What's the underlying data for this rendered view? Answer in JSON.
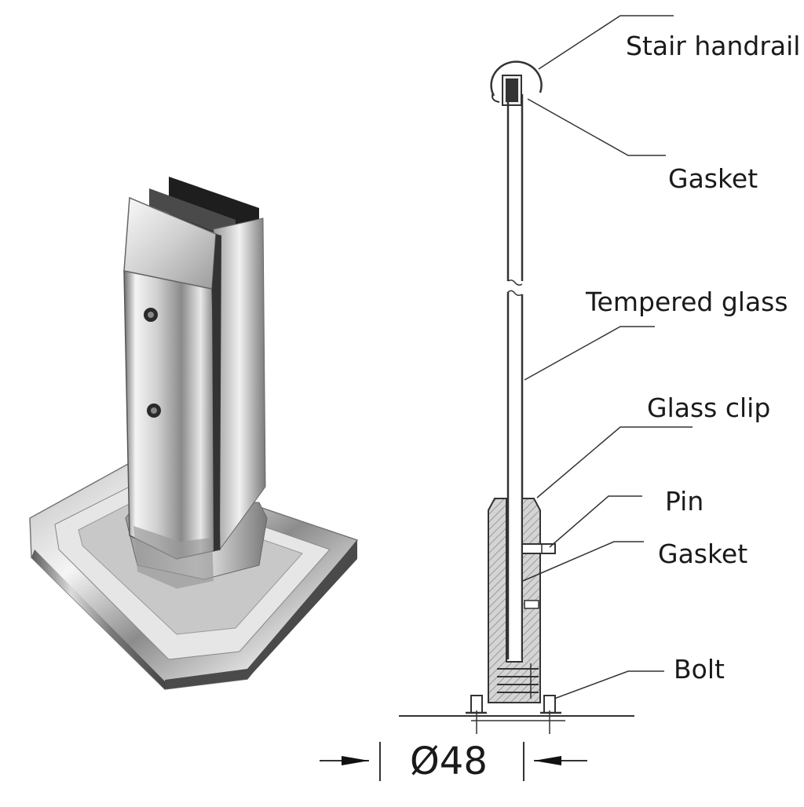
{
  "labels": {
    "stair_handrail": "Stair handrail",
    "gasket_top": "Gasket",
    "tempered_glass": "Tempered glass",
    "glass_clip": "Glass clip",
    "pin": "Pin",
    "gasket_bottom": "Gasket",
    "bolt": "Bolt"
  },
  "dimension": {
    "diameter": "Ø48"
  }
}
